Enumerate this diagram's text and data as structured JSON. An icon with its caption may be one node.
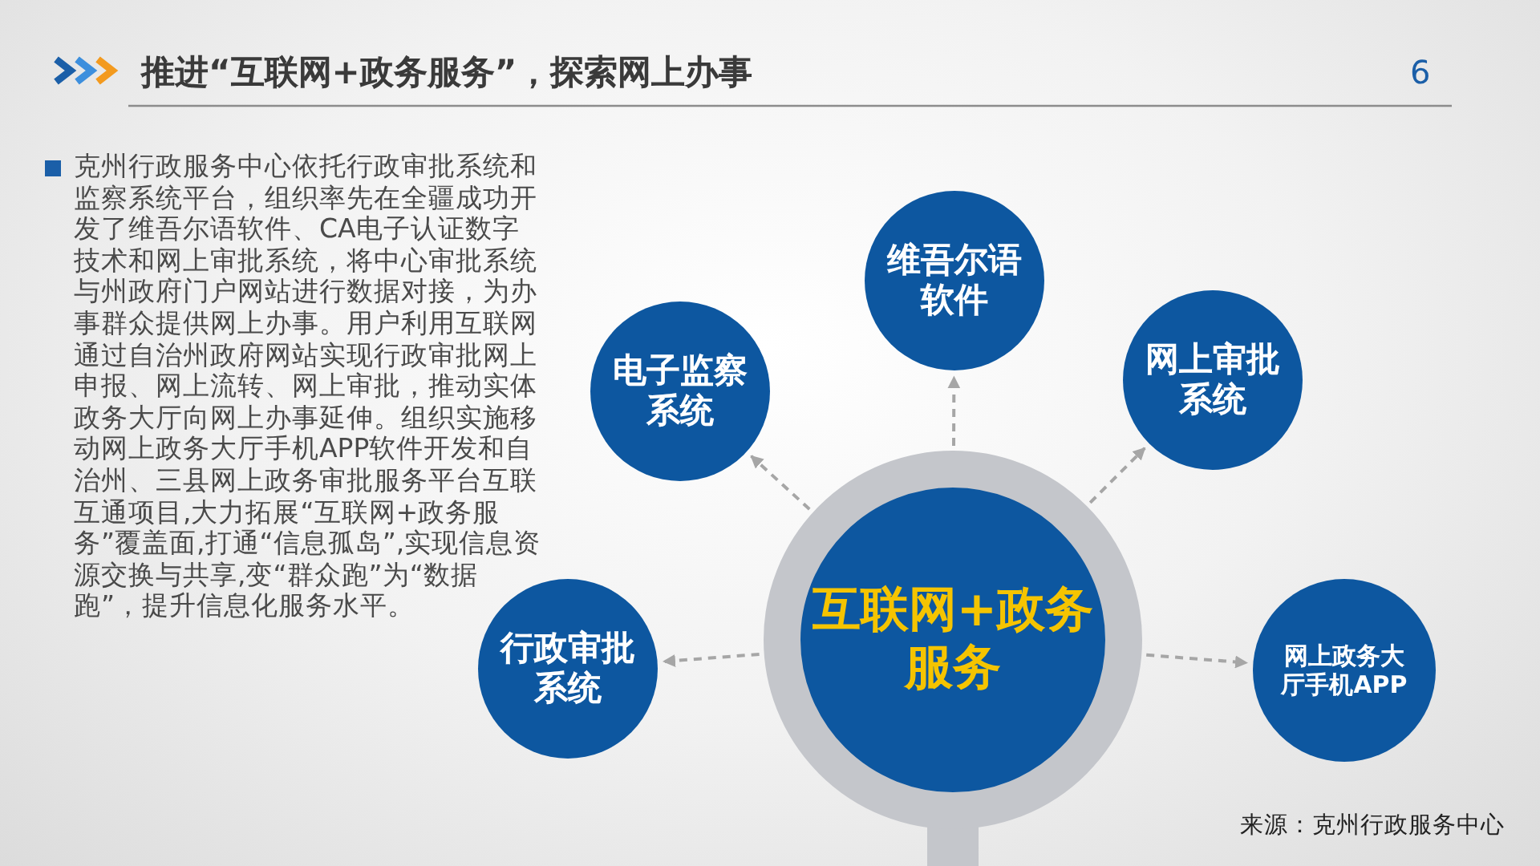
{
  "diagram": {
    "title": "推进“互联网+政务服务”，探索网上办事",
    "nodes": [
      {
        "text": [
          "互联网+政务服务"
        ]
      },
      {
        "text": [
          "电子监察系统"
        ]
      },
      {
        "text": [
          "维吾尔语软件"
        ]
      },
      {
        "text": [
          "网上审批系统"
        ]
      },
      {
        "text": [
          "行政审批系统"
        ]
      },
      {
        "text": [
          "网上政务大厅手机APP"
        ]
      }
    ],
    "edges": [
      {
        "from": 0,
        "to": 1,
        "arrow": "to",
        "style": "dashed"
      },
      {
        "from": 0,
        "to": 2,
        "arrow": "to",
        "style": "dashed"
      },
      {
        "from": 0,
        "to": 3,
        "arrow": "to",
        "style": "dashed"
      },
      {
        "from": 0,
        "to": 4,
        "arrow": "to",
        "style": "dashed"
      },
      {
        "from": 0,
        "to": 5,
        "arrow": "to",
        "style": "dashed"
      }
    ],
    "labels": [
      "6",
      "克州行政服务中心依托行政审批系统和监察系统平台，组织率先在全疆成功开发了维吾尔语软件、CA电子认证数字技术和网上审批系统，将中心审批系统与州政府门户网站进行数据对接，为办事群众提供网上办事。用户利用互联网通过自治州政府网站实现行政审批网上申报、网上流转、网上审批，推动实体政务大厅向网上办事延伸。组织实施移动网上政务大厅手机APP软件开发和自治州、三县网上政务审批服务平台互联互通项目,大力拓展“互联网+政务服务”覆盖面,打通“信息孤岛”,实现信息资源交换与共享,变“群众跑”为“数据跑”，提升信息化服务水平。"
    ],
    "caption": "来源：克州行政服务中心"
  }
}
